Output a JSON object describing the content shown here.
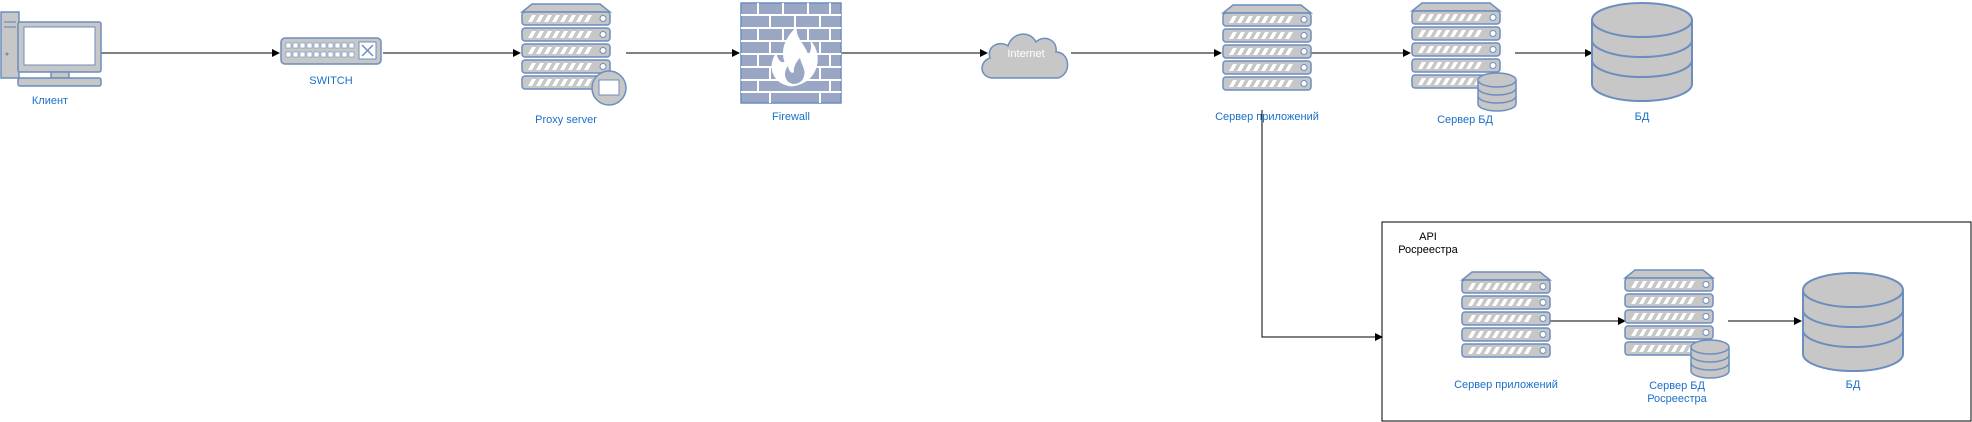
{
  "nodes": {
    "client": {
      "label": "Клиент"
    },
    "switch": {
      "label": "SWITCH"
    },
    "proxy": {
      "label": "Proxy server"
    },
    "firewall": {
      "label": "Firewall"
    },
    "internet": {
      "label": "Internet"
    },
    "app_server": {
      "label": "Сервер приложений"
    },
    "db_server": {
      "label": "Сервер БД"
    },
    "db": {
      "label": "БД"
    }
  },
  "api_group": {
    "title": "API\nРосреестра",
    "app_server": {
      "label": "Сервер приложений"
    },
    "db_server": {
      "label": "Сервер БД\nРосреестра"
    },
    "db": {
      "label": "БД"
    }
  },
  "colors": {
    "stroke": "#6c8ebf",
    "fill": "#c7c7c7",
    "label": "#1a6fc9",
    "firewall_fill": "#9aa7c4"
  }
}
